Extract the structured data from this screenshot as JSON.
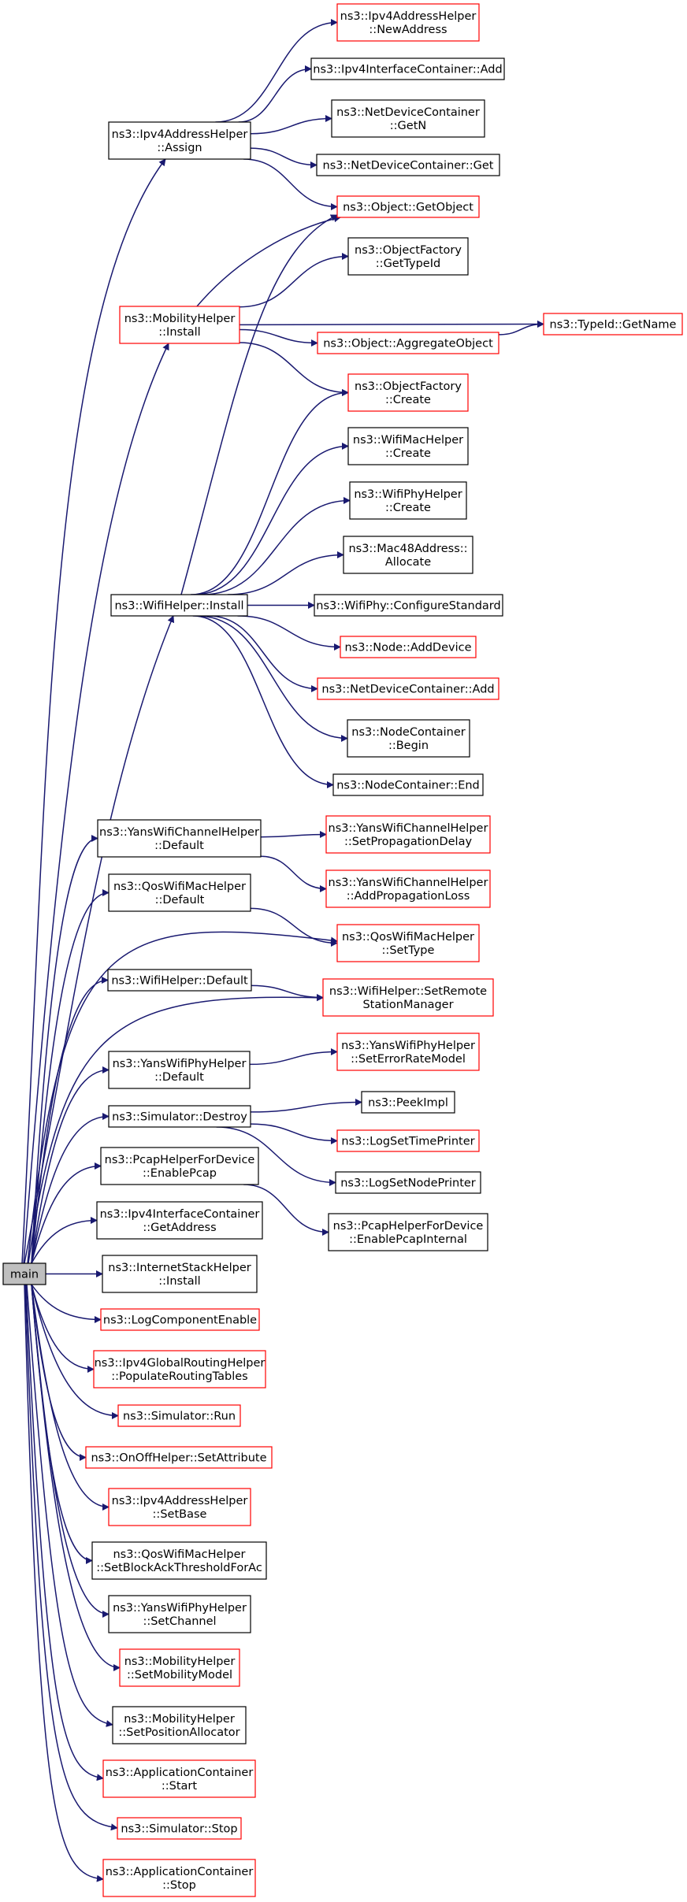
{
  "colors": {
    "edge": "#191970",
    "node_border": "#000000",
    "node_border_highlight": "#ff0000",
    "root_fill": "#bfbfbf",
    "node_fill": "#ffffff"
  },
  "nodes": [
    {
      "id": "main",
      "lines": [
        "main"
      ],
      "style": "root"
    },
    {
      "id": "ipv4helper_assign",
      "lines": [
        "ns3::Ipv4AddressHelper",
        "::Assign"
      ],
      "style": "black"
    },
    {
      "id": "mobility_install",
      "lines": [
        "ns3::MobilityHelper",
        "::Install"
      ],
      "style": "red"
    },
    {
      "id": "wifihelper_install",
      "lines": [
        "ns3::WifiHelper::Install"
      ],
      "style": "black"
    },
    {
      "id": "yanschannel_default",
      "lines": [
        "ns3::YansWifiChannelHelper",
        "::Default"
      ],
      "style": "black"
    },
    {
      "id": "qoswifimac_default",
      "lines": [
        "ns3::QosWifiMacHelper",
        "::Default"
      ],
      "style": "black"
    },
    {
      "id": "wifihelper_default",
      "lines": [
        "ns3::WifiHelper::Default"
      ],
      "style": "black"
    },
    {
      "id": "yansphy_default",
      "lines": [
        "ns3::YansWifiPhyHelper",
        "::Default"
      ],
      "style": "black"
    },
    {
      "id": "simulator_destroy",
      "lines": [
        "ns3::Simulator::Destroy"
      ],
      "style": "black"
    },
    {
      "id": "pcap_enable",
      "lines": [
        "ns3::PcapHelperForDevice",
        "::EnablePcap"
      ],
      "style": "black"
    },
    {
      "id": "ipv4ic_getaddress",
      "lines": [
        "ns3::Ipv4InterfaceContainer",
        "::GetAddress"
      ],
      "style": "black"
    },
    {
      "id": "internetstack_install",
      "lines": [
        "ns3::InternetStackHelper",
        "::Install"
      ],
      "style": "black"
    },
    {
      "id": "logcomponentenable",
      "lines": [
        "ns3::LogComponentEnable"
      ],
      "style": "red"
    },
    {
      "id": "ipv4global_populate",
      "lines": [
        "ns3::Ipv4GlobalRoutingHelper",
        "::PopulateRoutingTables"
      ],
      "style": "red"
    },
    {
      "id": "simulator_run",
      "lines": [
        "ns3::Simulator::Run"
      ],
      "style": "red"
    },
    {
      "id": "onoff_setattribute",
      "lines": [
        "ns3::OnOffHelper::SetAttribute"
      ],
      "style": "red"
    },
    {
      "id": "ipv4helper_setbase",
      "lines": [
        "ns3::Ipv4AddressHelper",
        "::SetBase"
      ],
      "style": "red"
    },
    {
      "id": "qoswifimac_setblockack",
      "lines": [
        "ns3::QosWifiMacHelper",
        "::SetBlockAckThresholdForAc"
      ],
      "style": "black"
    },
    {
      "id": "yansphy_setchannel",
      "lines": [
        "ns3::YansWifiPhyHelper",
        "::SetChannel"
      ],
      "style": "black"
    },
    {
      "id": "mobility_setmobilitymodel",
      "lines": [
        "ns3::MobilityHelper",
        "::SetMobilityModel"
      ],
      "style": "red"
    },
    {
      "id": "mobility_setpositionallocator",
      "lines": [
        "ns3::MobilityHelper",
        "::SetPositionAllocator"
      ],
      "style": "black"
    },
    {
      "id": "appcontainer_start",
      "lines": [
        "ns3::ApplicationContainer",
        "::Start"
      ],
      "style": "red"
    },
    {
      "id": "simulator_stop",
      "lines": [
        "ns3::Simulator::Stop"
      ],
      "style": "red"
    },
    {
      "id": "appcontainer_stop",
      "lines": [
        "ns3::ApplicationContainer",
        "::Stop"
      ],
      "style": "red"
    },
    {
      "id": "ipv4helper_newaddress",
      "lines": [
        "ns3::Ipv4AddressHelper",
        "::NewAddress"
      ],
      "style": "red"
    },
    {
      "id": "ipv4ic_add",
      "lines": [
        "ns3::Ipv4InterfaceContainer::Add"
      ],
      "style": "black"
    },
    {
      "id": "ndc_getn",
      "lines": [
        "ns3::NetDeviceContainer",
        "::GetN"
      ],
      "style": "black"
    },
    {
      "id": "ndc_get",
      "lines": [
        "ns3::NetDeviceContainer::Get"
      ],
      "style": "black"
    },
    {
      "id": "object_getobject",
      "lines": [
        "ns3::Object::GetObject"
      ],
      "style": "red"
    },
    {
      "id": "objectfactory_gettypeid",
      "lines": [
        "ns3::ObjectFactory",
        "::GetTypeId"
      ],
      "style": "black"
    },
    {
      "id": "object_aggregateobject",
      "lines": [
        "ns3::Object::AggregateObject"
      ],
      "style": "red"
    },
    {
      "id": "typeid_getname",
      "lines": [
        "ns3::TypeId::GetName"
      ],
      "style": "red"
    },
    {
      "id": "objectfactory_create",
      "lines": [
        "ns3::ObjectFactory",
        "::Create"
      ],
      "style": "red"
    },
    {
      "id": "wifimac_create",
      "lines": [
        "ns3::WifiMacHelper",
        "::Create"
      ],
      "style": "black"
    },
    {
      "id": "wifiphy_create",
      "lines": [
        "ns3::WifiPhyHelper",
        "::Create"
      ],
      "style": "black"
    },
    {
      "id": "mac48_allocate",
      "lines": [
        "ns3::Mac48Address::",
        "Allocate"
      ],
      "style": "black"
    },
    {
      "id": "wifiphy_configurestandard",
      "lines": [
        "ns3::WifiPhy::ConfigureStandard"
      ],
      "style": "black"
    },
    {
      "id": "node_adddevice",
      "lines": [
        "ns3::Node::AddDevice"
      ],
      "style": "red"
    },
    {
      "id": "ndc_add",
      "lines": [
        "ns3::NetDeviceContainer::Add"
      ],
      "style": "red"
    },
    {
      "id": "nodecontainer_begin",
      "lines": [
        "ns3::NodeContainer",
        "::Begin"
      ],
      "style": "black"
    },
    {
      "id": "nodecontainer_end",
      "lines": [
        "ns3::NodeContainer::End"
      ],
      "style": "black"
    },
    {
      "id": "yanschannel_setpropdelay",
      "lines": [
        "ns3::YansWifiChannelHelper",
        "::SetPropagationDelay"
      ],
      "style": "red"
    },
    {
      "id": "yanschannel_addproploss",
      "lines": [
        "ns3::YansWifiChannelHelper",
        "::AddPropagationLoss"
      ],
      "style": "red"
    },
    {
      "id": "qoswifimac_settype",
      "lines": [
        "ns3::QosWifiMacHelper",
        "::SetType"
      ],
      "style": "red"
    },
    {
      "id": "wifihelper_setremote",
      "lines": [
        "ns3::WifiHelper::SetRemote",
        "StationManager"
      ],
      "style": "red"
    },
    {
      "id": "yansphy_seterrorratemodel",
      "lines": [
        "ns3::YansWifiPhyHelper",
        "::SetErrorRateModel"
      ],
      "style": "red"
    },
    {
      "id": "peekimpl",
      "lines": [
        "ns3::PeekImpl"
      ],
      "style": "black"
    },
    {
      "id": "logsettimeprinter",
      "lines": [
        "ns3::LogSetTimePrinter"
      ],
      "style": "red"
    },
    {
      "id": "logsetnodeprinter",
      "lines": [
        "ns3::LogSetNodePrinter"
      ],
      "style": "black"
    },
    {
      "id": "pcap_enableinternal",
      "lines": [
        "ns3::PcapHelperForDevice",
        "::EnablePcapInternal"
      ],
      "style": "black"
    }
  ],
  "edges": [
    [
      "main",
      "ipv4helper_assign"
    ],
    [
      "main",
      "mobility_install"
    ],
    [
      "main",
      "wifihelper_install"
    ],
    [
      "main",
      "yanschannel_default"
    ],
    [
      "main",
      "qoswifimac_default"
    ],
    [
      "main",
      "qoswifimac_settype"
    ],
    [
      "main",
      "wifihelper_default"
    ],
    [
      "main",
      "wifihelper_setremote"
    ],
    [
      "main",
      "yansphy_default"
    ],
    [
      "main",
      "simulator_destroy"
    ],
    [
      "main",
      "pcap_enable"
    ],
    [
      "main",
      "ipv4ic_getaddress"
    ],
    [
      "main",
      "internetstack_install"
    ],
    [
      "main",
      "logcomponentenable"
    ],
    [
      "main",
      "ipv4global_populate"
    ],
    [
      "main",
      "simulator_run"
    ],
    [
      "main",
      "onoff_setattribute"
    ],
    [
      "main",
      "ipv4helper_setbase"
    ],
    [
      "main",
      "qoswifimac_setblockack"
    ],
    [
      "main",
      "yansphy_setchannel"
    ],
    [
      "main",
      "mobility_setmobilitymodel"
    ],
    [
      "main",
      "mobility_setpositionallocator"
    ],
    [
      "main",
      "appcontainer_start"
    ],
    [
      "main",
      "simulator_stop"
    ],
    [
      "main",
      "appcontainer_stop"
    ],
    [
      "ipv4helper_assign",
      "ipv4helper_newaddress"
    ],
    [
      "ipv4helper_assign",
      "ipv4ic_add"
    ],
    [
      "ipv4helper_assign",
      "ndc_getn"
    ],
    [
      "ipv4helper_assign",
      "ndc_get"
    ],
    [
      "ipv4helper_assign",
      "object_getobject"
    ],
    [
      "mobility_install",
      "object_getobject"
    ],
    [
      "mobility_install",
      "objectfactory_gettypeid"
    ],
    [
      "mobility_install",
      "object_aggregateobject"
    ],
    [
      "mobility_install",
      "typeid_getname"
    ],
    [
      "mobility_install",
      "objectfactory_create"
    ],
    [
      "object_aggregateobject",
      "typeid_getname"
    ],
    [
      "wifihelper_install",
      "object_getobject"
    ],
    [
      "wifihelper_install",
      "objectfactory_create"
    ],
    [
      "wifihelper_install",
      "wifimac_create"
    ],
    [
      "wifihelper_install",
      "wifiphy_create"
    ],
    [
      "wifihelper_install",
      "mac48_allocate"
    ],
    [
      "wifihelper_install",
      "wifiphy_configurestandard"
    ],
    [
      "wifihelper_install",
      "node_adddevice"
    ],
    [
      "wifihelper_install",
      "ndc_add"
    ],
    [
      "wifihelper_install",
      "nodecontainer_begin"
    ],
    [
      "wifihelper_install",
      "nodecontainer_end"
    ],
    [
      "yanschannel_default",
      "yanschannel_setpropdelay"
    ],
    [
      "yanschannel_default",
      "yanschannel_addproploss"
    ],
    [
      "qoswifimac_default",
      "qoswifimac_settype"
    ],
    [
      "wifihelper_default",
      "wifihelper_setremote"
    ],
    [
      "yansphy_default",
      "yansphy_seterrorratemodel"
    ],
    [
      "simulator_destroy",
      "peekimpl"
    ],
    [
      "simulator_destroy",
      "logsettimeprinter"
    ],
    [
      "simulator_destroy",
      "logsetnodeprinter"
    ],
    [
      "pcap_enable",
      "pcap_enableinternal"
    ]
  ]
}
